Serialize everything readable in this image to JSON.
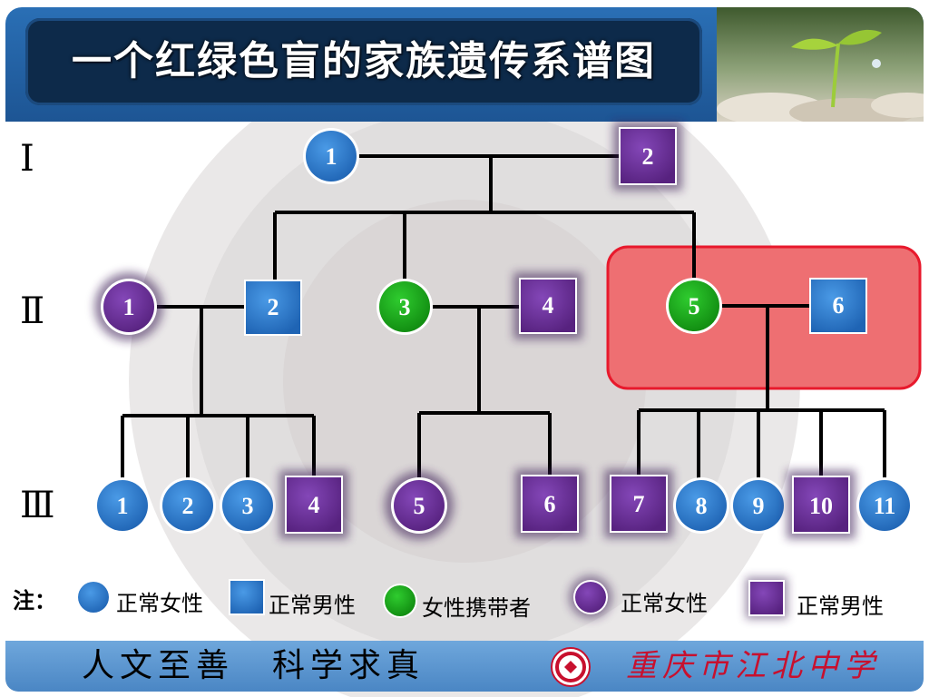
{
  "title": "一个红绿色盲的家族遗传系谱图",
  "generations": [
    "Ⅰ",
    "Ⅱ",
    "Ⅲ"
  ],
  "individuals": {
    "g1": [
      "1",
      "2"
    ],
    "g2": [
      "1",
      "2",
      "3",
      "4",
      "5",
      "6"
    ],
    "g3": [
      "1",
      "2",
      "3",
      "4",
      "5",
      "6",
      "7",
      "8",
      "9",
      "10",
      "11"
    ]
  },
  "legend": {
    "prefix": "注：",
    "items": [
      {
        "label": "正常女性",
        "symbol": "circle-blue"
      },
      {
        "label": "正常男性",
        "symbol": "square-blue"
      },
      {
        "label": "女性携带者",
        "symbol": "circle-green"
      },
      {
        "label": "正常女性",
        "symbol": "circle-purple"
      },
      {
        "label": "正常男性",
        "symbol": "square-purple"
      }
    ]
  },
  "footer": {
    "motto": "人文至善　科学求真",
    "school": "重庆市江北中学"
  },
  "colors": {
    "normal_blue": "#2f7fd0",
    "carrier_green": "#1aa51a",
    "affected_purple": "#6a2f9b",
    "highlight_red": "#e8192c"
  }
}
